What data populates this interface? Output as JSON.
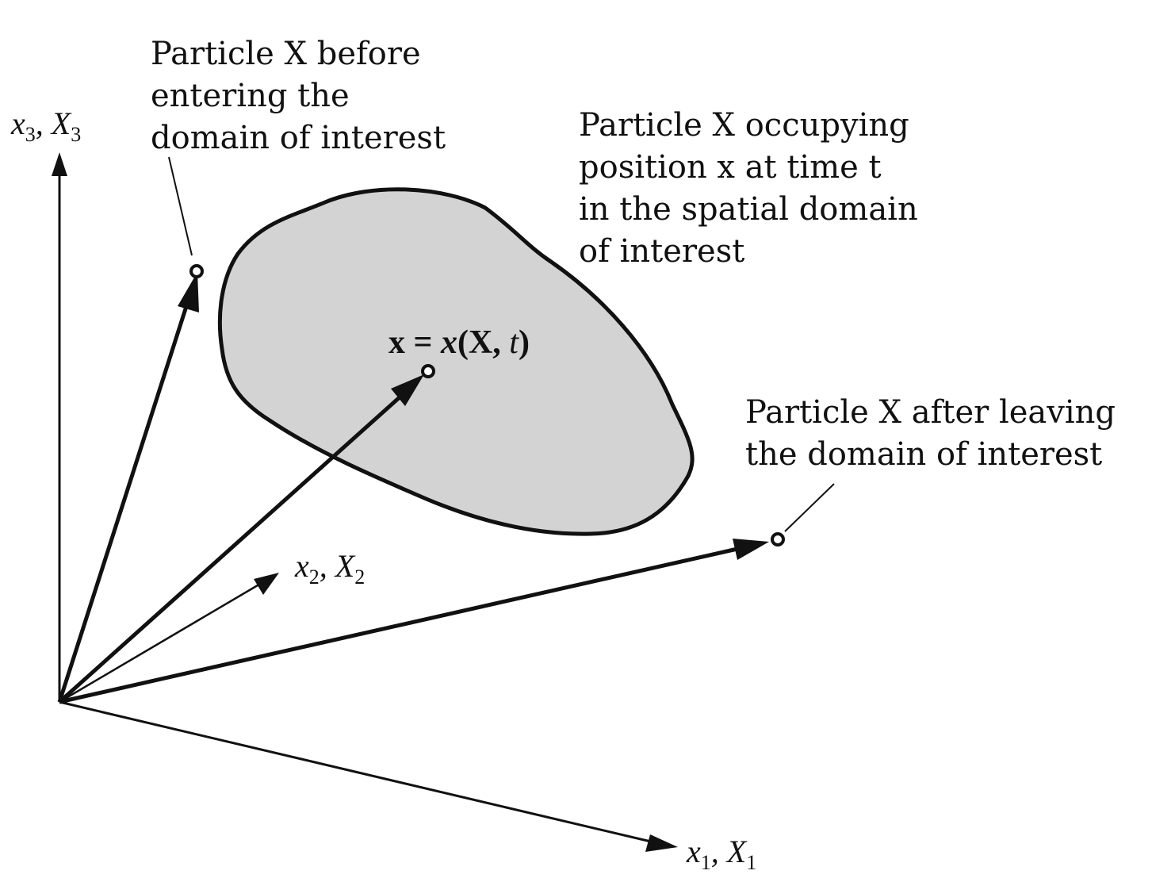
{
  "axes": {
    "x3": {
      "sym": "x",
      "sub": "3",
      "sym2": "X",
      "sub2": "3"
    },
    "x2": {
      "sym": "x",
      "sub": "2",
      "sym2": "X",
      "sub2": "2"
    },
    "x1": {
      "sym": "x",
      "sub": "1",
      "sym2": "X",
      "sub2": "1"
    }
  },
  "labels": {
    "before": [
      "Particle X before",
      "entering the",
      "domain of interest"
    ],
    "occupying": [
      "Particle X occupying",
      "position x at time t",
      "in the spatial domain",
      "of interest"
    ],
    "after": [
      "Particle X after leaving",
      "the domain of interest"
    ]
  },
  "equation": {
    "lhs": "x",
    "eq": " = ",
    "fn": "x",
    "arg1": "X",
    "arg2": "t"
  },
  "colors": {
    "region_fill": "#d3d3d3",
    "stroke": "#111111"
  }
}
